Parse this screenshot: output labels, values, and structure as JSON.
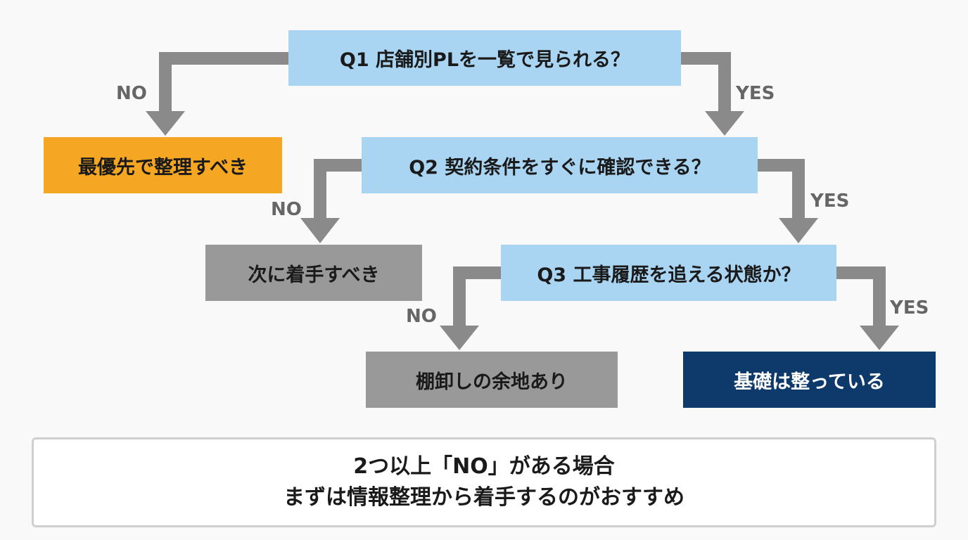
{
  "questions": {
    "q1": "Q1 店舗別PLを一覧で見られる？",
    "q2": "Q2 契約条件をすぐに確認できる？",
    "q3": "Q3 工事履歴を追える状態か？"
  },
  "results": {
    "r1": "最優先で整理すべき",
    "r2": "次に着手すべき",
    "r3": "棚卸しの余地あり",
    "r4": "基礎は整っている"
  },
  "labels": {
    "no": "NO",
    "yes": "YES"
  },
  "note": {
    "line1": "2つ以上「NO」がある場合",
    "line2": "まずは情報整理から着手するのがおすすめ"
  },
  "colors": {
    "question": "#a9d4f2",
    "priority": "#f5a623",
    "neutral": "#999999",
    "good": "#0e3a6b",
    "arrow": "#8a8a8a"
  }
}
